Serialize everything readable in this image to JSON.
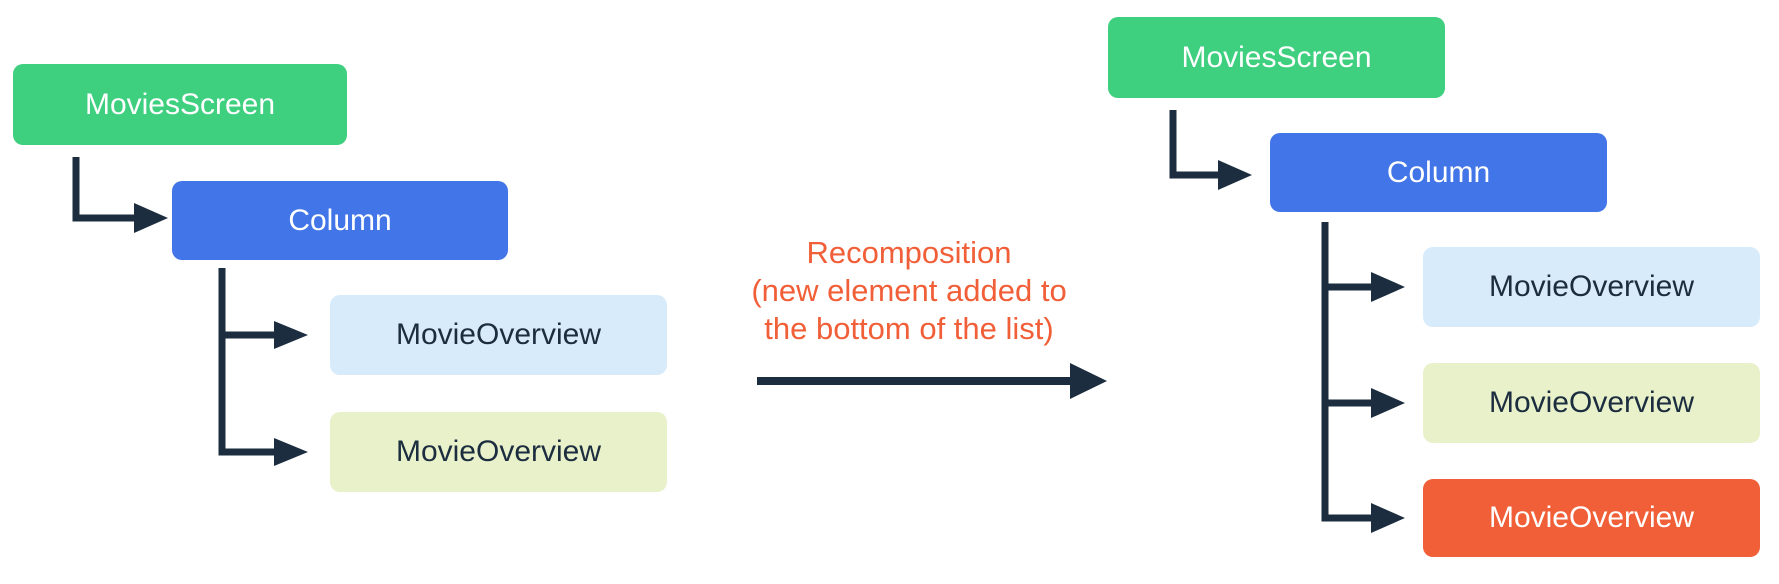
{
  "diagram": {
    "left_tree": {
      "root": "MoviesScreen",
      "column": "Column",
      "leaf1": "MovieOverview",
      "leaf2": "MovieOverview"
    },
    "transition": {
      "line1": "Recomposition",
      "line2": "(new element added to",
      "line3": "the bottom of the list)"
    },
    "right_tree": {
      "root": "MoviesScreen",
      "column": "Column",
      "leaf1": "MovieOverview",
      "leaf2": "MovieOverview",
      "leaf3": "MovieOverview"
    },
    "colors": {
      "root_green": "#3ECF7F",
      "column_blue": "#4275E7",
      "leaf_light_blue": "#D7EBFB",
      "leaf_light_yellow": "#E9F1CB",
      "leaf_new_orange": "#F15F38",
      "connector_navy": "#1B2D3E",
      "transition_text_orange": "#F15F38",
      "node_text_on_color": "#FFFFFF",
      "node_text_on_light": "#1B2D3E"
    }
  }
}
